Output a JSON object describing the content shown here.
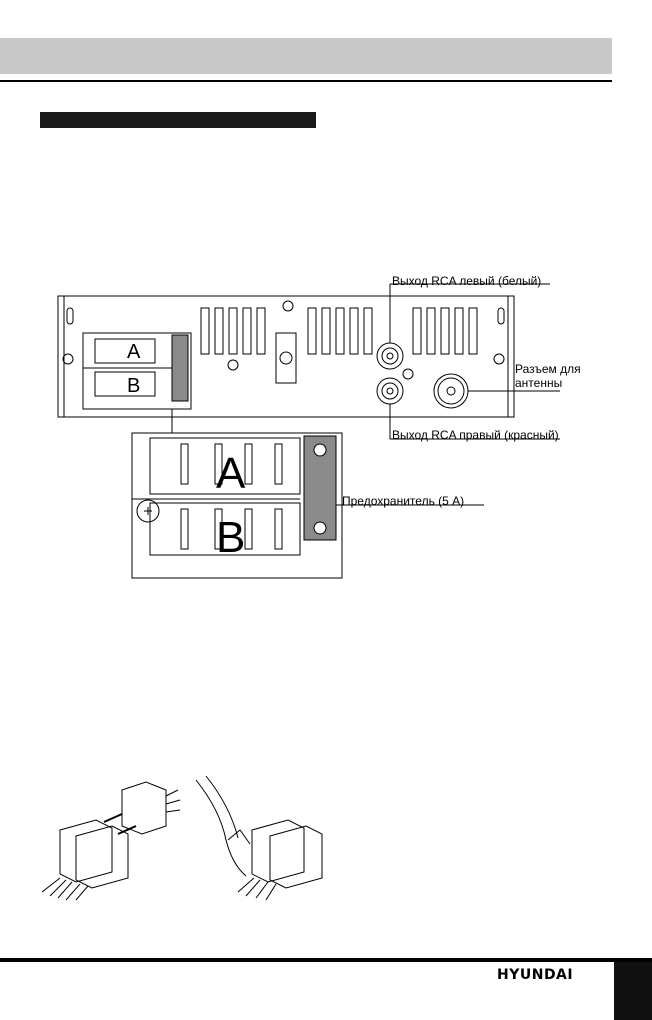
{
  "diagram": {
    "connector_labels": {
      "a": "A",
      "b": "B"
    },
    "callouts": {
      "rca_left": "Выход RCA левый (белый)",
      "antenna_line1": "Разъем для",
      "antenna_line2": "антенны",
      "rca_right": "Выход RCA правый (красный)",
      "fuse": "Предохранитель (5 А)"
    }
  },
  "footer": {
    "brand": "HYUNDAI"
  }
}
